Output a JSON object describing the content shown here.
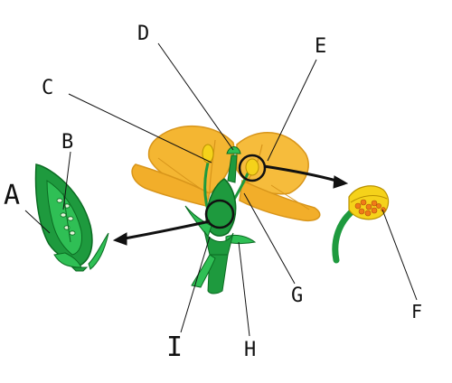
{
  "labels": {
    "a": "A",
    "b": "B",
    "c": "C",
    "d": "D",
    "e": "E",
    "f": "F",
    "g": "G",
    "h": "H",
    "i": "I"
  },
  "colors": {
    "petal": "#F4B632",
    "petal_dark": "#D8951A",
    "green": "#1E9A3E",
    "green_dark": "#0B6B22",
    "green_light": "#2FBF55",
    "anther": "#F5D21A",
    "pollen": "#F07A18",
    "line": "#111111"
  }
}
